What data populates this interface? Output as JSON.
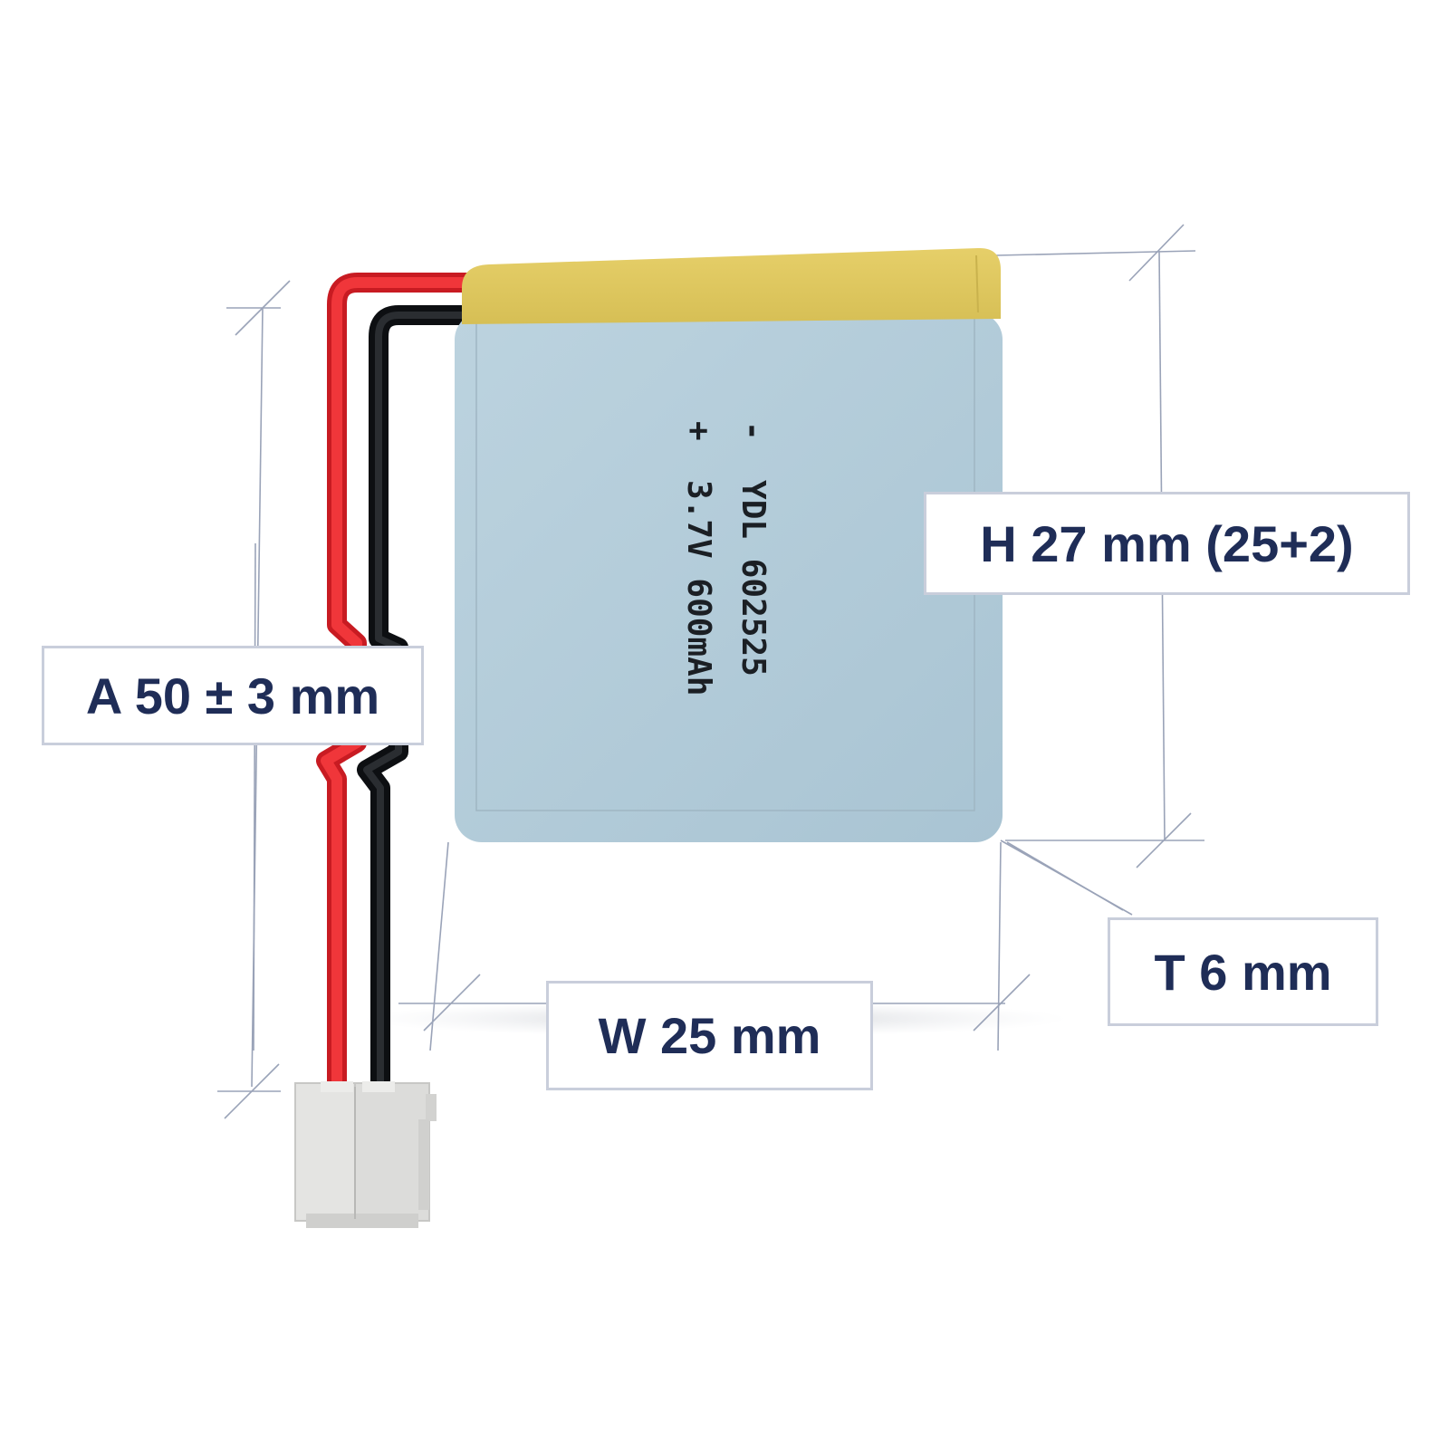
{
  "dimensions": {
    "height": "H 27 mm (25+2)",
    "wire_length": "A 50 ± 3 mm",
    "thickness": "T 6 mm",
    "width": "W 25 mm"
  },
  "battery_label": {
    "line1": "-  YDL 602525",
    "line2": "+  3.7V 600mAh"
  },
  "colors": {
    "label_text": "#1f2d57",
    "label_border": "#c9cedb",
    "battery_body": "#b6cfdc",
    "tape": "#ddc660",
    "wire_positive": "#e8262c",
    "wire_negative": "#15171a",
    "connector": "#e2e2e0",
    "dimension_line": "#9aa3b8"
  }
}
